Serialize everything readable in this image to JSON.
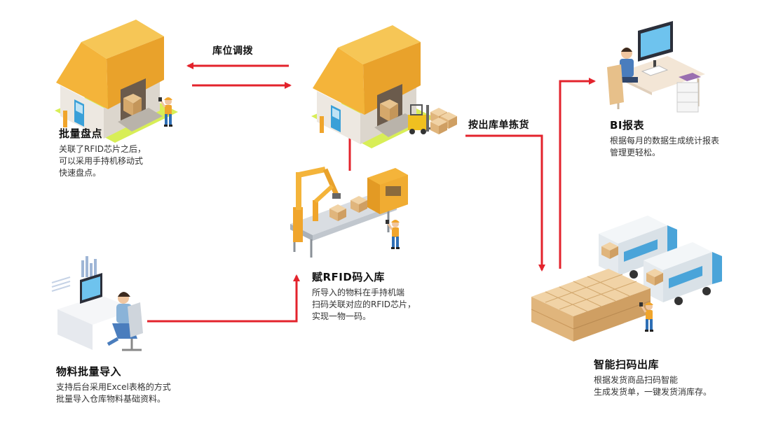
{
  "colors": {
    "arrow": "#e3232c",
    "roof": "#f4b43a",
    "wall": "#e9e4dd",
    "door": "#3aa0d8",
    "grass": "#d8ee57",
    "box": "#e8c48f",
    "worker_body": "#2f6fb5",
    "worker_helmet": "#f0a52c",
    "truck": "#e7ecef",
    "truck_blue": "#4aa4d9"
  },
  "flows": {
    "relocation": "库位调拨",
    "pick_by_order": "按出库单拣货"
  },
  "nodes": {
    "batch_inventory": {
      "title": "批量盘点",
      "desc": [
        "关联了RFID芯片之后，",
        "可以采用手持机移动式",
        "快速盘点。"
      ]
    },
    "bi_report": {
      "title": "BI报表",
      "desc": [
        "根据每月的数据生成统计报表",
        "管理更轻松。"
      ]
    },
    "rfid_inbound": {
      "title": "赋RFID码入库",
      "desc": [
        "所导入的物料在手持机端",
        "扫码关联对应的RFID芯片，",
        "实现一物一码。"
      ]
    },
    "material_import": {
      "title": "物料批量导入",
      "desc": [
        "支持后台采用Excel表格的方式",
        "批量导入仓库物料基础资料。"
      ]
    },
    "smart_outbound": {
      "title": "智能扫码出库",
      "desc": [
        "根据发货商品扫码智能",
        "生成发货单，一键发货消库存。"
      ]
    }
  },
  "illustrations": {
    "warehouse_left": "warehouse-icon",
    "warehouse_center": "warehouse-icon",
    "forklift": "forklift-icon",
    "bi_desk": "computer-desk-icon",
    "production_line": "robot-arm-conveyor-icon",
    "office_worker": "office-worker-computer-icon",
    "outbound_trucks": "delivery-trucks-icon",
    "pallets": "cargo-pallets-icon"
  }
}
